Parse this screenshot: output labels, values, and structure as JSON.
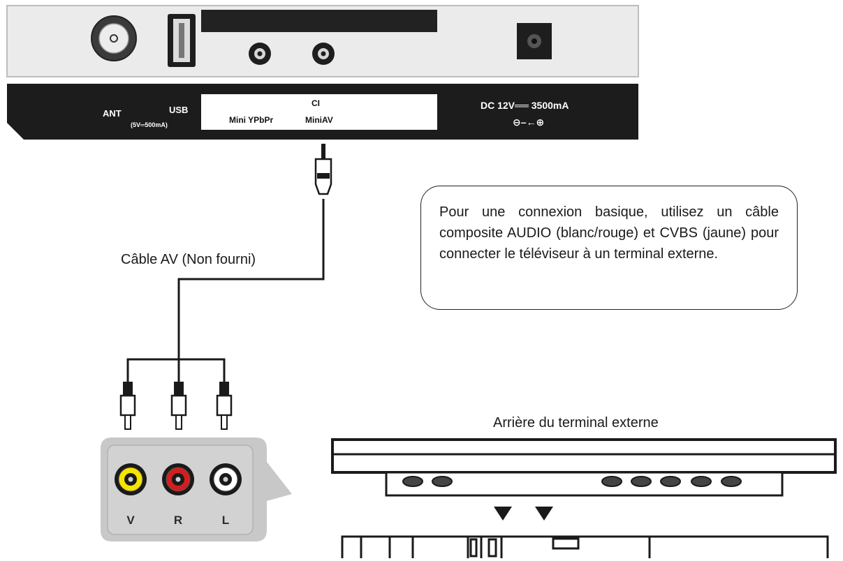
{
  "tv_panel": {
    "labels": {
      "ant": "ANT",
      "usb": "USB",
      "usb_rating": "(5V═500mA)",
      "ci": "CI",
      "mini_ypbpr": "Mini YPbPr",
      "mini_av": "MiniAV",
      "dc_rating": "DC 12V══ 3500mA",
      "polarity": "⊖–←⊕"
    }
  },
  "cable_label": "Câble AV (Non fourni)",
  "info_box": {
    "text": "Pour une connexion basique, utilisez un câble composite AUDIO (blanc/rouge) et CVBS (jaune) pour connecter le téléviseur à un terminal externe."
  },
  "rca_panel": {
    "jacks": [
      {
        "label": "V",
        "color": "#f5e400"
      },
      {
        "label": "R",
        "color": "#d41e1e"
      },
      {
        "label": "L",
        "color": "#ffffff"
      }
    ]
  },
  "terminal": {
    "title": "Arrière du terminal externe"
  }
}
